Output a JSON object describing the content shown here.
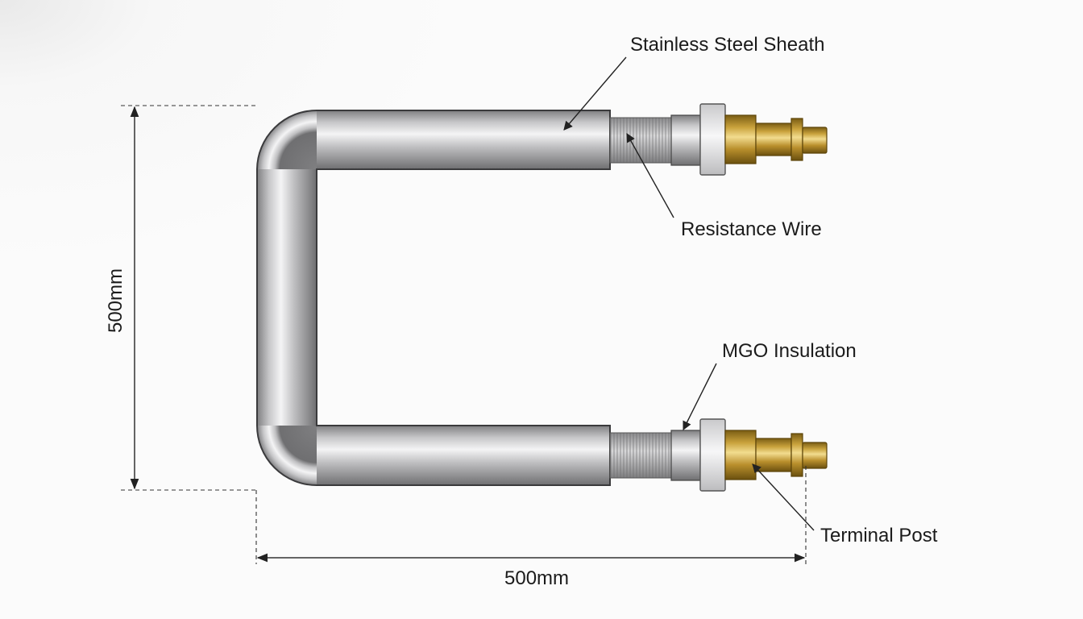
{
  "labels": {
    "sheath": "Stainless Steel Sheath",
    "resistance_wire": "Resistance Wire",
    "insulation": "MGO Insulation",
    "terminal_post": "Terminal Post"
  },
  "dimensions": {
    "height": "500mm",
    "width": "500mm"
  },
  "colors": {
    "steel": "#b5b5b7",
    "brass": "#c9a23c",
    "line": "#222222"
  }
}
